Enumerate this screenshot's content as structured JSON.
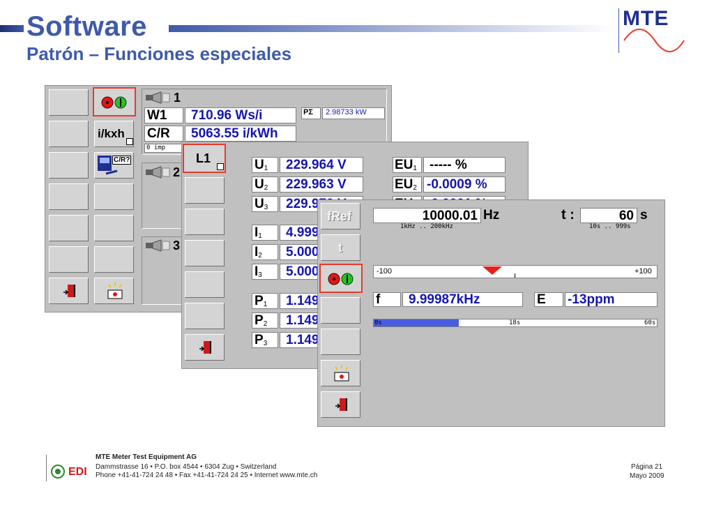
{
  "header": {
    "title": "Software",
    "subtitle": "Patrón – Funciones especiales",
    "logo": "MTE"
  },
  "colors": {
    "brand": "#3f5aa8",
    "field_text": "#1515b0",
    "panel": "#c0c0c0",
    "progress": "#4a5ee0",
    "marker": "#e8201a"
  },
  "p1": {
    "ixkh": "i/kxh",
    "sec1_num": "1",
    "sec2_num": "2",
    "sec3_num": "3",
    "w1_label": "W1",
    "w1_value": "710.96  Ws/i",
    "cr_label": "C/R",
    "cr_value": "5063.55 i/kWh",
    "psum_label": "PΣ",
    "psum_value": "2.98733 kW",
    "imp_value": "0 imp",
    "device_label": "C/R?"
  },
  "p2": {
    "l1_button": "L1",
    "u1_label": "U",
    "u1_sub": "1",
    "u1_value": "229.964  V",
    "u2_label": "U",
    "u2_sub": "2",
    "u2_value": "229.963  V",
    "u3_label": "U",
    "u3_sub": "3",
    "u3_value": "229.970  V",
    "i1_label": "I",
    "i1_sub": "1",
    "i1_value": "4.9995",
    "i2_label": "I",
    "i2_sub": "2",
    "i2_value": "5.0000",
    "i3_label": "I",
    "i3_sub": "3",
    "i3_value": "5.0000",
    "p1_label": "P",
    "p1_sub": "1",
    "p1_value": "1.1498",
    "p2_label": "P",
    "p2_sub": "2",
    "p2_value": "1.1498",
    "p3_label": "P",
    "p3_sub": "3",
    "p3_value": "1.1498",
    "eu1_label": "EU",
    "eu1_sub": "1",
    "eu1_value": "-----  %",
    "eu2_label": "EU",
    "eu2_sub": "2",
    "eu2_value": "-0.0009  %",
    "eu3_label": "EU",
    "eu3_sub": "3",
    "eu3_value": "-0.0001  %"
  },
  "p3": {
    "fref_button": "fRef",
    "t_button": "t",
    "freq_value": "10000.01",
    "freq_unit": "Hz",
    "freq_range": "1kHz .. 200kHz",
    "t_label": "t :",
    "t_value": "60",
    "t_unit": "s",
    "t_range": "10s .. 999s",
    "scale_min": "-100",
    "scale_max": "+100",
    "scale_marker_fraction": 0.42,
    "f_label": "f",
    "f_value": "9.99987kHz",
    "e_label": "E",
    "e_value": "-13ppm",
    "progress_start": "0s",
    "progress_mid": "18s",
    "progress_end": "60s",
    "progress_fraction": 0.3
  },
  "footer": {
    "company": "MTE Meter Test Equipment AG",
    "address": "Dammstrasse 16 • P.O. box 4544 • 6304 Zug • Switzerland",
    "phone": "Phone +41-41-724 24 48 • Fax +41-41-724 24 25 • Internet www.mte.ch",
    "edi": "EDI",
    "page": "Página 21",
    "date": "Mayo 2009"
  }
}
